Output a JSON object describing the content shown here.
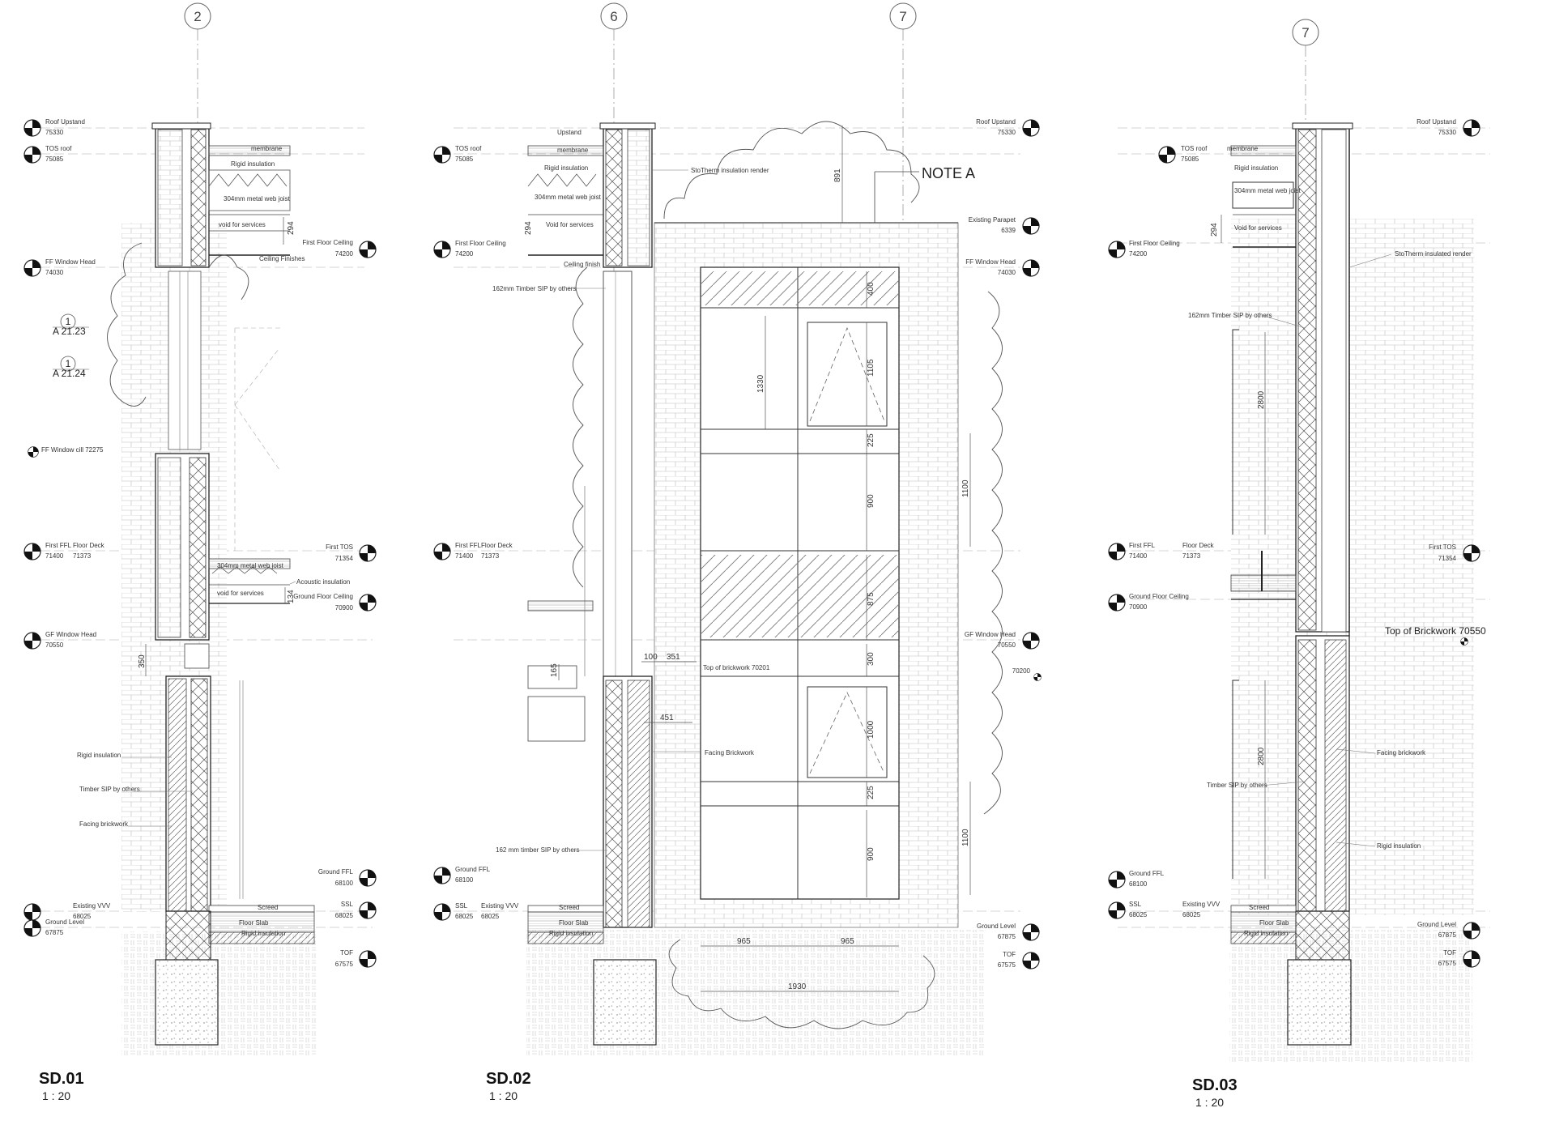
{
  "sections": [
    {
      "id": "sd01",
      "title": "SD.01",
      "scale": "1 : 20",
      "grid": "2",
      "left_levels": [
        {
          "name": "Roof Upstand",
          "value": "75330"
        },
        {
          "name": "TOS roof",
          "value": "75085"
        },
        {
          "name": "FF Window Head",
          "value": "74030"
        },
        {
          "name": "FF Window cill 72275",
          "value": ""
        },
        {
          "name": "First FFL",
          "value": "71400"
        },
        {
          "name": "GF Window Head",
          "value": "70550"
        },
        {
          "name": "Existing VVV",
          "value": "68025"
        },
        {
          "name": "Ground Level",
          "value": "67875"
        }
      ],
      "right_levels": [
        {
          "name": "First Floor Ceiling",
          "value": "74200"
        },
        {
          "name": "First TOS",
          "value": "71354"
        },
        {
          "name": "Ground Floor Ceiling",
          "value": "70900"
        },
        {
          "name": "Ground FFL",
          "value": "68100"
        },
        {
          "name": "SSL",
          "value": "68025"
        },
        {
          "name": "TOF",
          "value": "67575"
        }
      ],
      "labels": {
        "floor_deck": "Floor Deck",
        "floor_deck_value": "71373",
        "membrane": "membrane",
        "rigid_insulation_roof": "Rigid insulation",
        "joist_roof": "304mm metal web joist",
        "void_roof": "void for services",
        "ceiling_finishes": "Ceiling Finishes",
        "joist_floor": "304mm metal web joist",
        "acoustic": "Acoustic insulation",
        "void_floor": "void for services",
        "rigid_insulation": "Rigid insulation",
        "timber_sip": "Timber SIP by others",
        "facing_brickwork": "Facing brickwork",
        "screed": "Screed",
        "floor_slab": "Floor Slab",
        "rigid_insulation_slab": "Rigid insulation"
      },
      "refs": [
        {
          "num": "1",
          "sheet": "A 21.23"
        },
        {
          "num": "1",
          "sheet": "A 21.24"
        }
      ],
      "dims": [
        "294",
        "134",
        "350"
      ]
    },
    {
      "id": "sd02",
      "title": "SD.02",
      "scale": "1 : 20",
      "grids": [
        "6",
        "7"
      ],
      "note": "NOTE A",
      "left_levels": [
        {
          "name": "TOS roof",
          "value": "75085"
        },
        {
          "name": "First Floor Ceiling",
          "value": "74200"
        },
        {
          "name": "First FFL",
          "value": "71400"
        },
        {
          "name": "Ground FFL",
          "value": "68100"
        },
        {
          "name": "SSL",
          "value": "68025"
        }
      ],
      "right_levels": [
        {
          "name": "Roof Upstand",
          "value": "75330"
        },
        {
          "name": "Existing Parapet",
          "value": "6339"
        },
        {
          "name": "FF Window Head",
          "value": "74030"
        },
        {
          "name": "GF Window Head",
          "value": "70550"
        },
        {
          "name": "Ground Level",
          "value": "67875"
        },
        {
          "name": "TOF",
          "value": "67575"
        }
      ],
      "labels": {
        "upstand": "Upstand",
        "membrane": "membrane",
        "rigid_insulation": "Rigid insulation",
        "joist": "304mm metal web joist",
        "void": "Void for services",
        "ceiling_finish": "Ceiling finish",
        "sto_render": "StoTherm insulation render",
        "timber_sip_top": "162mm Timber SIP by others",
        "floor_deck": "Floor Deck",
        "floor_deck_value": "71373",
        "existing_vvv": "Existing VVV",
        "existing_vvv_value": "68025",
        "facing_brickwork": "Facing Brickwork",
        "timber_sip_bottom": "162 mm timber SIP by others",
        "top_brickwork": "Top of brickwork 70201",
        "level_70200": "70200",
        "screed": "Screed",
        "floor_slab": "Floor Slab",
        "rigid_insulation_slab": "Rigid insulation"
      },
      "dims": [
        "891",
        "294",
        "400",
        "1105",
        "1330",
        "225",
        "900",
        "1100",
        "875",
        "300",
        "100",
        "351",
        "165",
        "451",
        "1000",
        "225",
        "900",
        "1100",
        "965",
        "965",
        "1930"
      ]
    },
    {
      "id": "sd03",
      "title": "SD.03",
      "scale": "1 : 20",
      "grid": "7",
      "left_levels": [
        {
          "name": "TOS roof",
          "value": "75085"
        },
        {
          "name": "First Floor Ceiling",
          "value": "74200"
        },
        {
          "name": "First FFL",
          "value": "71400"
        },
        {
          "name": "Ground Floor Ceiling",
          "value": "70900"
        },
        {
          "name": "Ground FFL",
          "value": "68100"
        },
        {
          "name": "SSL",
          "value": "68025"
        }
      ],
      "right_levels": [
        {
          "name": "Roof Upstand",
          "value": "75330"
        },
        {
          "name": "First TOS",
          "value": "71354"
        },
        {
          "name": "Ground Level",
          "value": "67875"
        },
        {
          "name": "TOF",
          "value": "67575"
        }
      ],
      "labels": {
        "membrane": "membrane",
        "rigid_insulation": "Rigid insulation",
        "joist": "304mm metal web joist",
        "void": "Void for services",
        "sto_render": "StoTherm insulated render",
        "timber_sip": "162mm Timber SIP by others",
        "floor_deck": "Floor Deck",
        "floor_deck_value": "71373",
        "top_brickwork": "Top of Brickwork 70550",
        "facing_brickwork": "Facing brickwork",
        "timber_sip_lower": "Timber SIP by others",
        "rigid_insulation_lower": "Rigid insulation",
        "existing_vvv": "Existing VVV",
        "existing_vvv_value": "68025",
        "screed": "Screed",
        "floor_slab": "Floor Slab",
        "rigid_insulation_slab": "Rigid insulation"
      },
      "dims": [
        "294",
        "2800",
        "2800"
      ]
    }
  ]
}
